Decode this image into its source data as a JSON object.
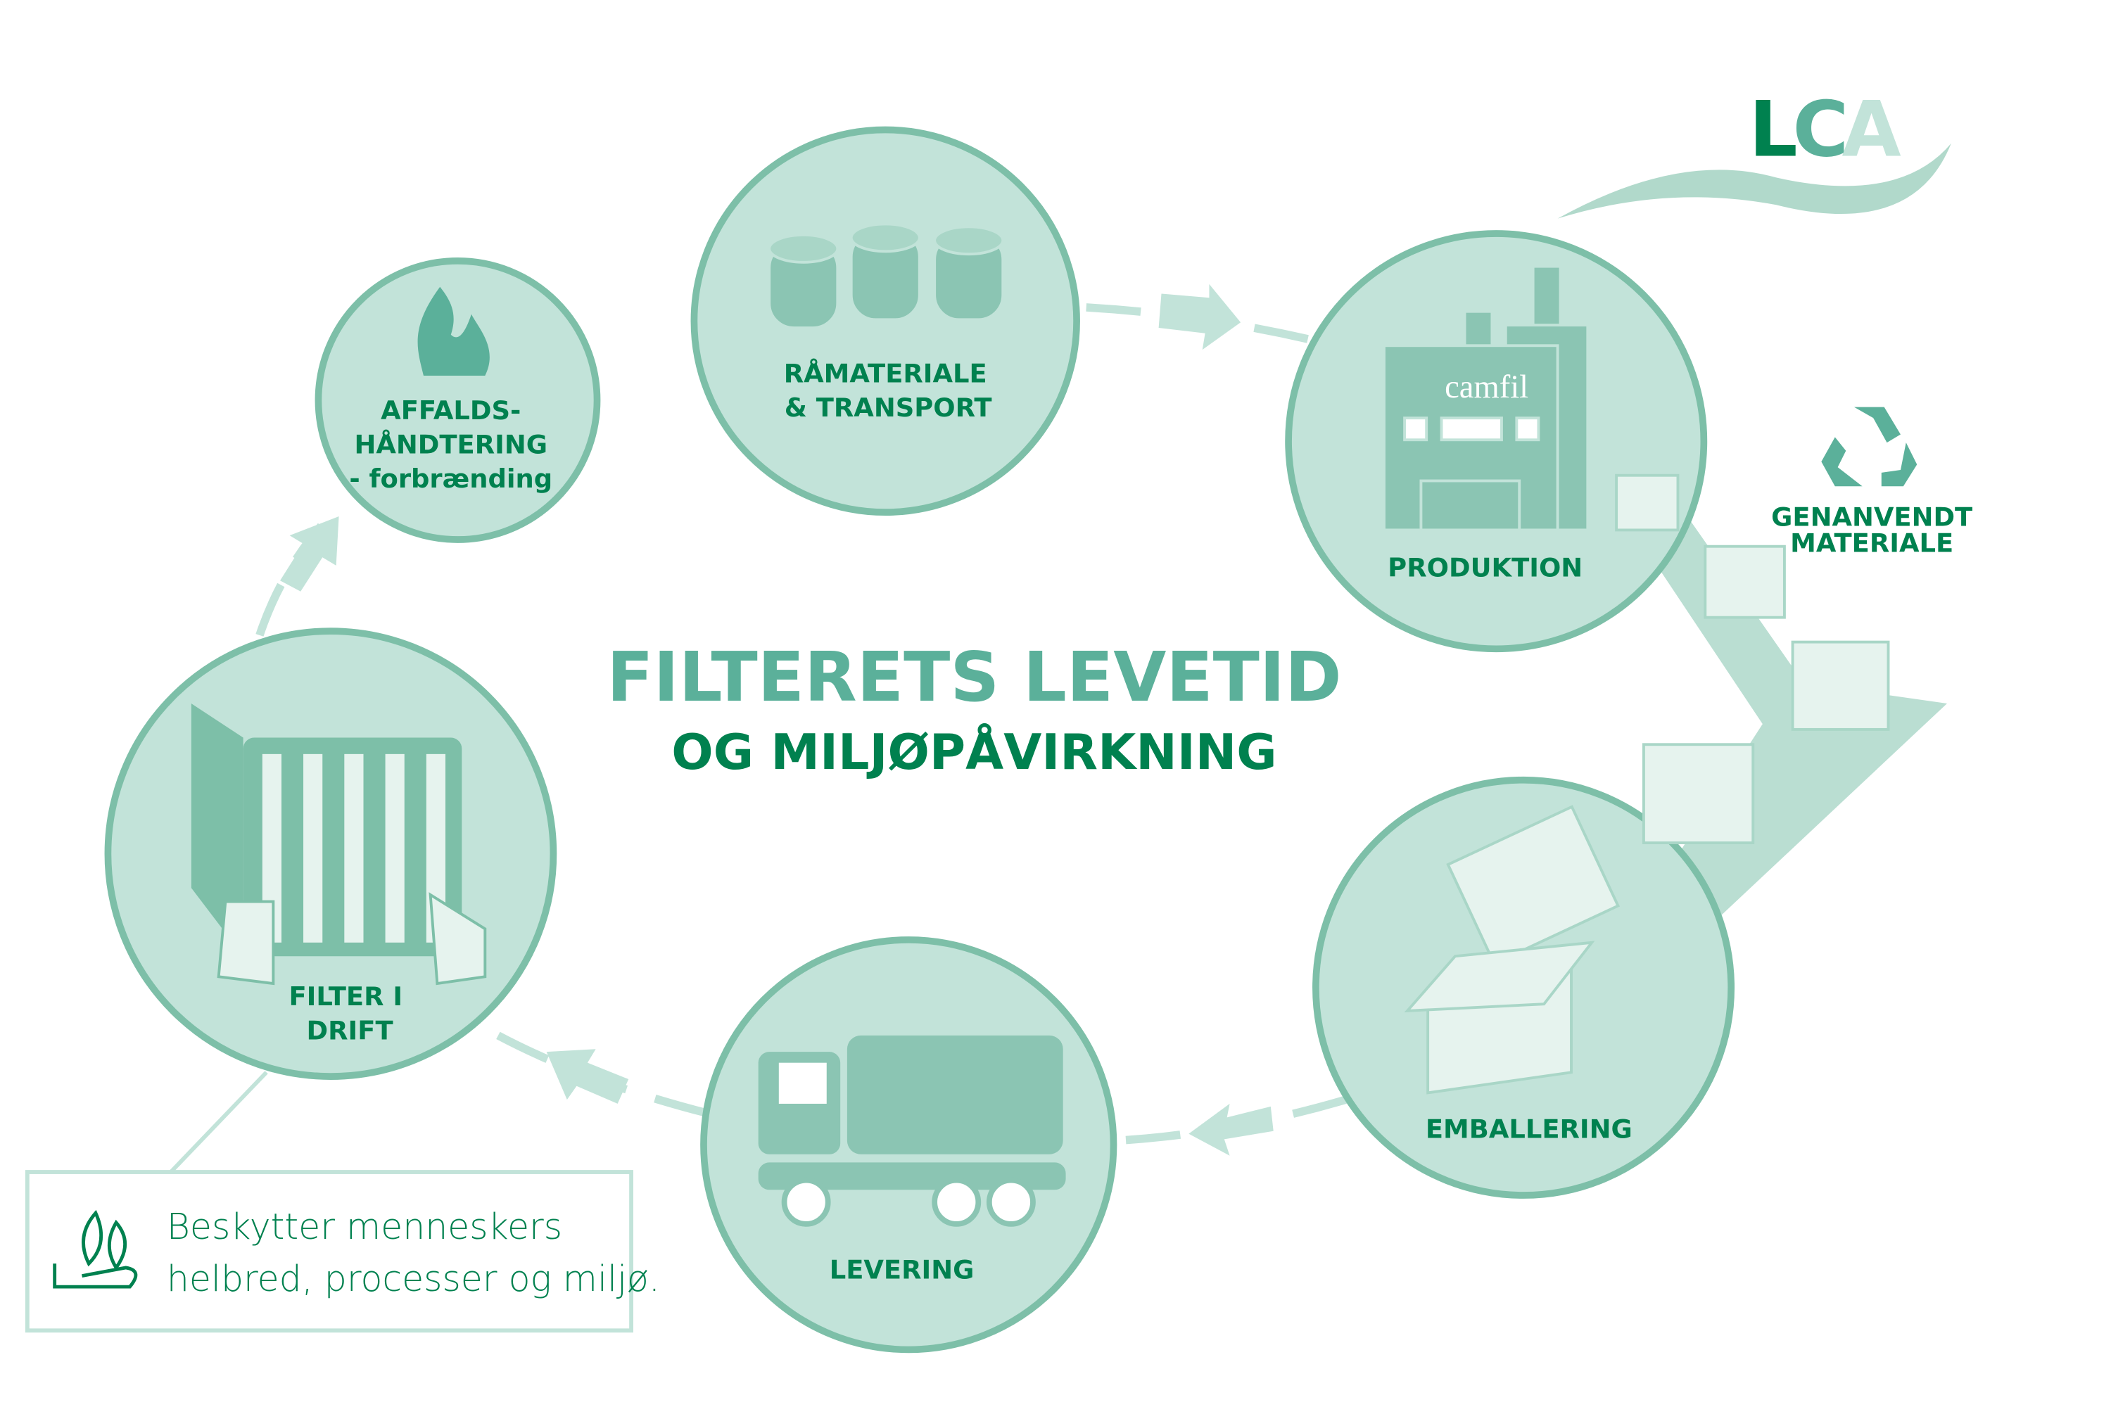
{
  "title": {
    "line1": "FILTERETS LEVETID",
    "line2": "OG MILJØPÅVIRKNING"
  },
  "logo": {
    "text": "LCA",
    "colors": [
      "#00814f",
      "#5bb09a",
      "#c2e3d9"
    ]
  },
  "stages": [
    {
      "id": "raw",
      "line1": "RÅMATERIALE",
      "line2": "& TRANSPORT",
      "icon": "barrels-icon"
    },
    {
      "id": "production",
      "line1": "PRODUKTION",
      "factory_brand": "camfil",
      "icon": "factory-icon"
    },
    {
      "id": "packaging",
      "line1": "EMBALLERING",
      "icon": "box-icon"
    },
    {
      "id": "delivery",
      "line1": "LEVERING",
      "icon": "truck-icon"
    },
    {
      "id": "operation",
      "line1": "FILTER I",
      "line2": "DRIFT",
      "icon": "filter-in-hands-icon"
    },
    {
      "id": "waste",
      "line1": "AFFALDS-",
      "line2": "HÅNDTERING",
      "line3": "- forbrænding",
      "icon": "fire-icon"
    }
  ],
  "recycle": {
    "line1": "GENANVENDT",
    "line2": "MATERIALE",
    "icon": "recycle-icon"
  },
  "note": {
    "line1": "Beskytter menneskers",
    "line2": "helbred, processer og miljø.",
    "icon": "leaf-hand-icon"
  },
  "colors": {
    "circle_fill": "#c2e3d9",
    "circle_stroke": "#7dbfa8",
    "dark_green": "#00814f",
    "mid_green": "#5bb09a"
  }
}
